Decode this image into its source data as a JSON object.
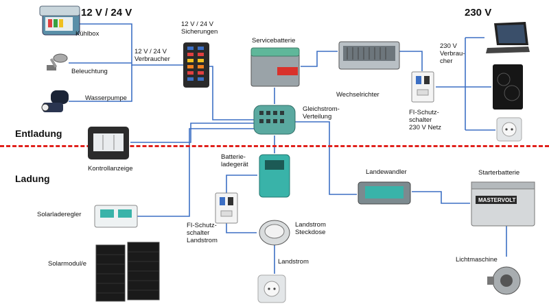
{
  "headers": {
    "left_voltage": "12 V / 24 V",
    "right_voltage": "230 V"
  },
  "sections": {
    "discharge": "Entladung",
    "charge": "Ladung"
  },
  "labels": {
    "kuehlbox": "Kühlbox",
    "beleuchtung": "Beleuchtung",
    "wasserpumpe": "Wasserpumpe",
    "verbraucher_12v": [
      "12 V / 24 V",
      "Verbraucher"
    ],
    "sicherungen": [
      "12 V / 24 V",
      "Sicherungen"
    ],
    "servicebatterie": "Servicebatterie",
    "wechselrichter": "Wechselrichter",
    "verbraucher_230v": [
      "230 V",
      "Verbrau-",
      "cher"
    ],
    "fi_netz": [
      "FI-Schutz-",
      "schalter",
      "230 V Netz"
    ],
    "gleichstrom": [
      "Gleichstrom-",
      "Verteilung"
    ],
    "kontrollanzeige": "Kontrollanzeige",
    "batterieladegeraet": [
      "Batterie-",
      "ladegerät"
    ],
    "landewandler": "Landewandler",
    "starterbatterie": "Starterbatterie",
    "solarladeregler": "Solarladeregler",
    "fi_landstrom": [
      "FI-Schutz-",
      "schalter",
      "Landstrom"
    ],
    "landstrom_steckdose": [
      "Landstrom",
      "Steckdose"
    ],
    "landstrom": "Landstrom",
    "lichtmaschine": "Lichtmaschine",
    "solarmodule": "Solarmodul/e"
  },
  "device_text": {
    "battery_brand": "MASTERVOLT"
  },
  "colors": {
    "wire": "#3c6fc4",
    "separator": "#e0201b"
  }
}
